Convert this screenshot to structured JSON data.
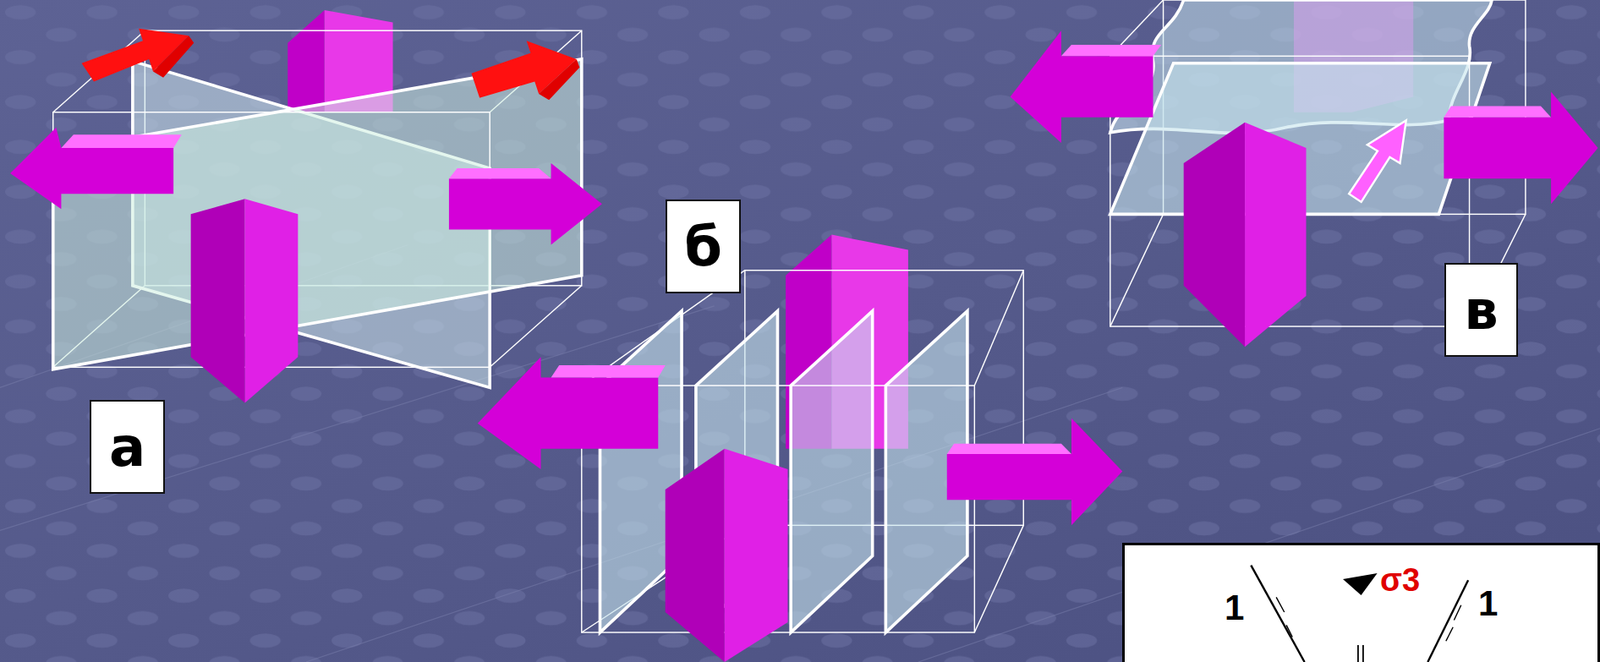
{
  "diagram": {
    "nodes": [
      {
        "text": [
          "а"
        ]
      },
      {
        "text": [
          "б"
        ]
      },
      {
        "text": [
          "в"
        ]
      },
      {
        "text": [
          "1",
          "σ3",
          "1"
        ]
      }
    ]
  }
}
